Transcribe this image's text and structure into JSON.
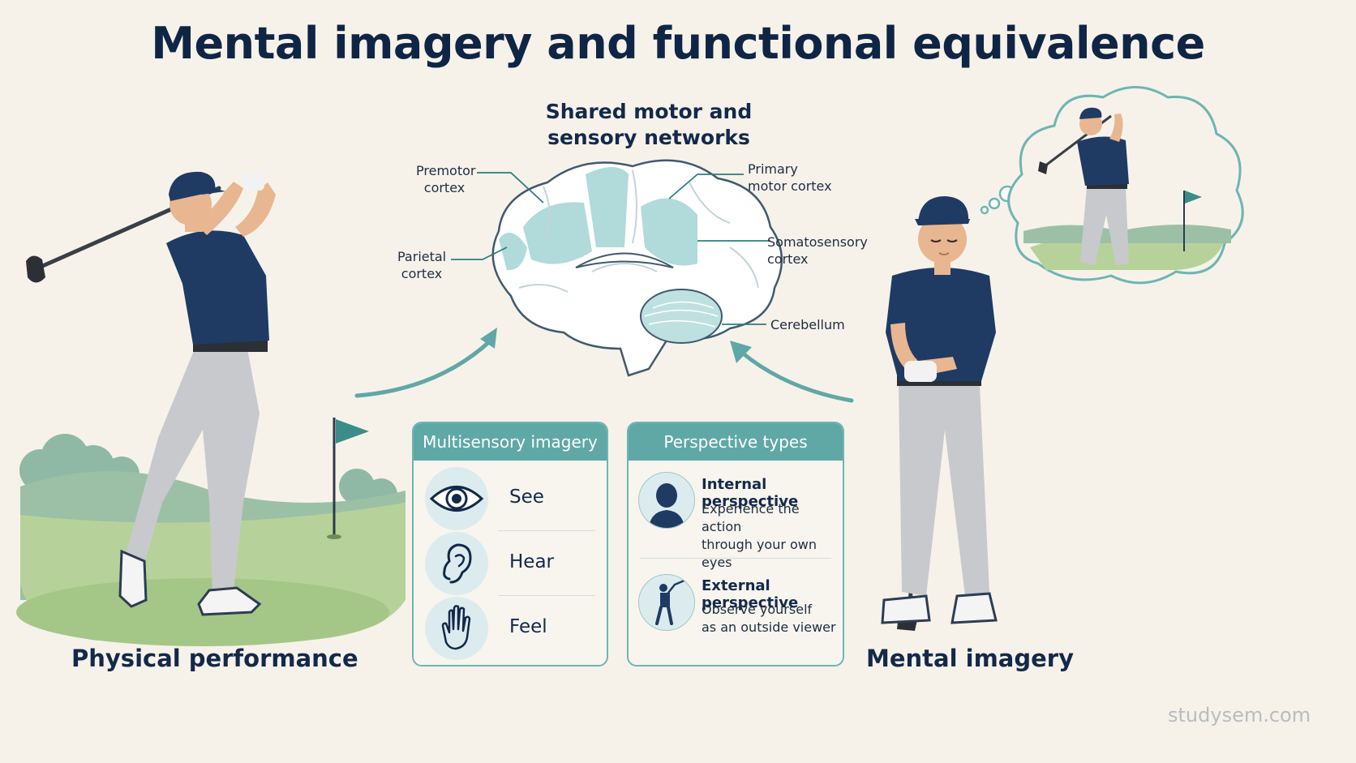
{
  "title": "Mental imagery and functional equivalence",
  "network": {
    "title_line1": "Shared motor and",
    "title_line2": "sensory networks",
    "labels": {
      "premotor_1": "Premotor",
      "premotor_2": "cortex",
      "primary_1": "Primary",
      "primary_2": "motor cortex",
      "parietal_1": "Parietal",
      "parietal_2": "cortex",
      "somato_1": "Somatosensory",
      "somato_2": "cortex",
      "cerebellum": "Cerebellum"
    }
  },
  "physical_label": "Physical performance",
  "mental_label": "Mental imagery",
  "multisensory": {
    "heading": "Multisensory imagery",
    "items": [
      {
        "label": "See",
        "icon": "eye-icon"
      },
      {
        "label": "Hear",
        "icon": "ear-icon"
      },
      {
        "label": "Feel",
        "icon": "hand-icon"
      }
    ]
  },
  "perspective": {
    "heading": "Perspective types",
    "items": [
      {
        "title": "Internal perspective",
        "desc_1": "Experience the action",
        "desc_2": "through your own eyes",
        "icon": "head-back-icon"
      },
      {
        "title": "External perspective",
        "desc_1": "Observe yourself",
        "desc_2": "as an outside viewer",
        "icon": "golfer-silhouette-icon"
      }
    ]
  },
  "watermark": "studysem.com",
  "colors": {
    "background": "#f6f2ea",
    "navy": "#13294b",
    "teal": "#5fa8a6",
    "teal_light": "#a9d6d6",
    "grass": "#a9c990"
  }
}
